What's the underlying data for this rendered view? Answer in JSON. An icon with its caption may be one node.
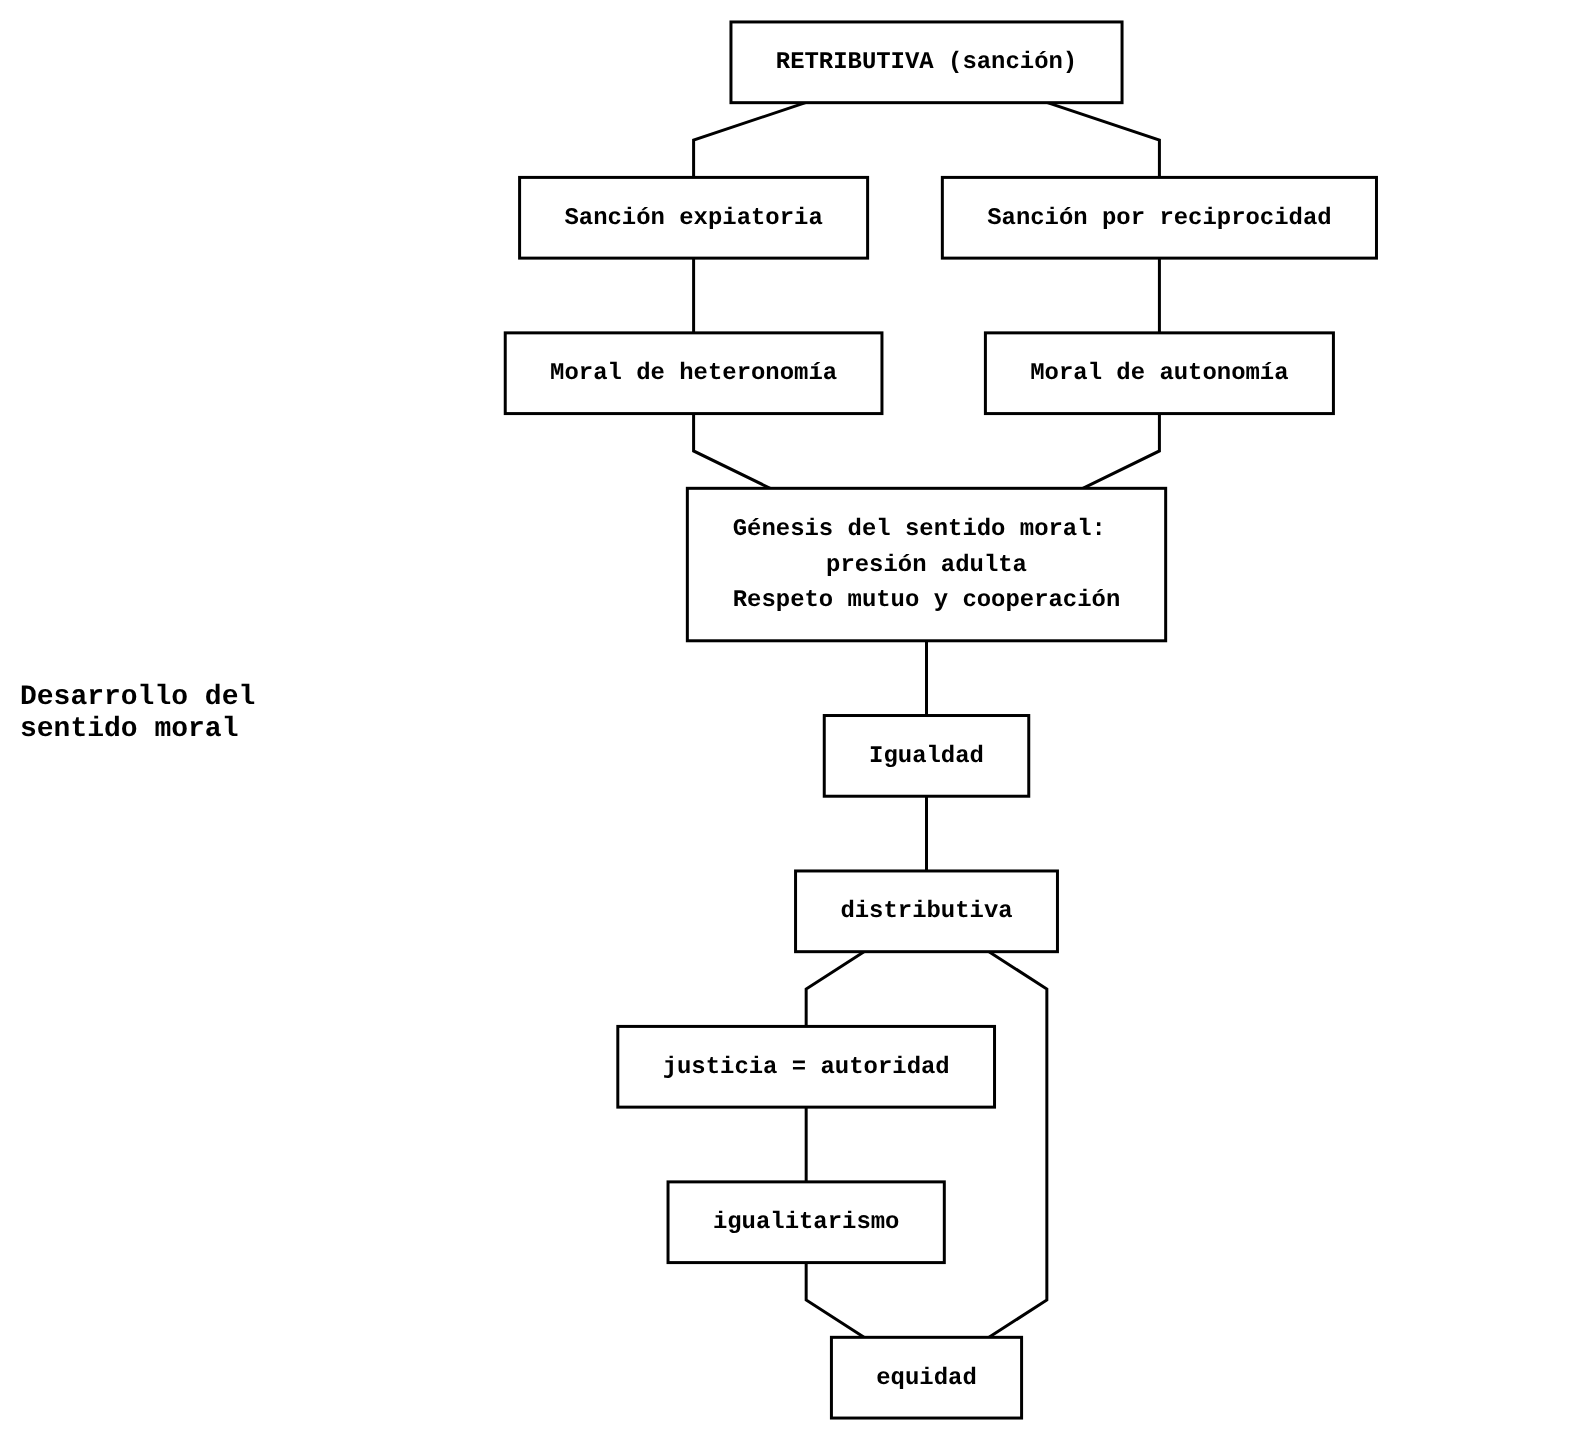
{
  "diagram": {
    "nodes": [
      {
        "text": [
          "RETRIBUTIVA (sanción)"
        ]
      },
      {
        "text": [
          "Sanción expiatoria"
        ]
      },
      {
        "text": [
          "Sanción por reciprocidad"
        ]
      },
      {
        "text": [
          "Moral de heteronomía"
        ]
      },
      {
        "text": [
          "Moral de autonomía"
        ]
      },
      {
        "text": [
          "Génesis del sentido moral: presión adulta",
          "Respeto mutuo y cooperación"
        ]
      },
      {
        "text": [
          "Igualdad"
        ]
      },
      {
        "text": [
          "distributiva"
        ]
      },
      {
        "text": [
          "justicia = autoridad"
        ]
      },
      {
        "text": [
          "igualitarismo"
        ]
      },
      {
        "text": [
          "equidad"
        ]
      }
    ],
    "edges": [
      {
        "from": 0,
        "to": 1,
        "arrow": "none"
      },
      {
        "from": 0,
        "to": 2,
        "arrow": "none"
      },
      {
        "from": 1,
        "to": 3,
        "arrow": "none"
      },
      {
        "from": 2,
        "to": 4,
        "arrow": "none"
      },
      {
        "from": 3,
        "to": 5,
        "arrow": "none"
      },
      {
        "from": 4,
        "to": 5,
        "arrow": "none"
      },
      {
        "from": 5,
        "to": 6,
        "arrow": "none"
      },
      {
        "from": 6,
        "to": 7,
        "arrow": "none"
      },
      {
        "from": 7,
        "to": 8,
        "arrow": "none"
      },
      {
        "from": 8,
        "to": 9,
        "arrow": "none"
      },
      {
        "from": 9,
        "to": 10,
        "arrow": "none"
      },
      {
        "from": 7,
        "to": 10,
        "arrow": "none"
      }
    ],
    "labels": [
      "Desarrollo del sentido moral"
    ]
  }
}
